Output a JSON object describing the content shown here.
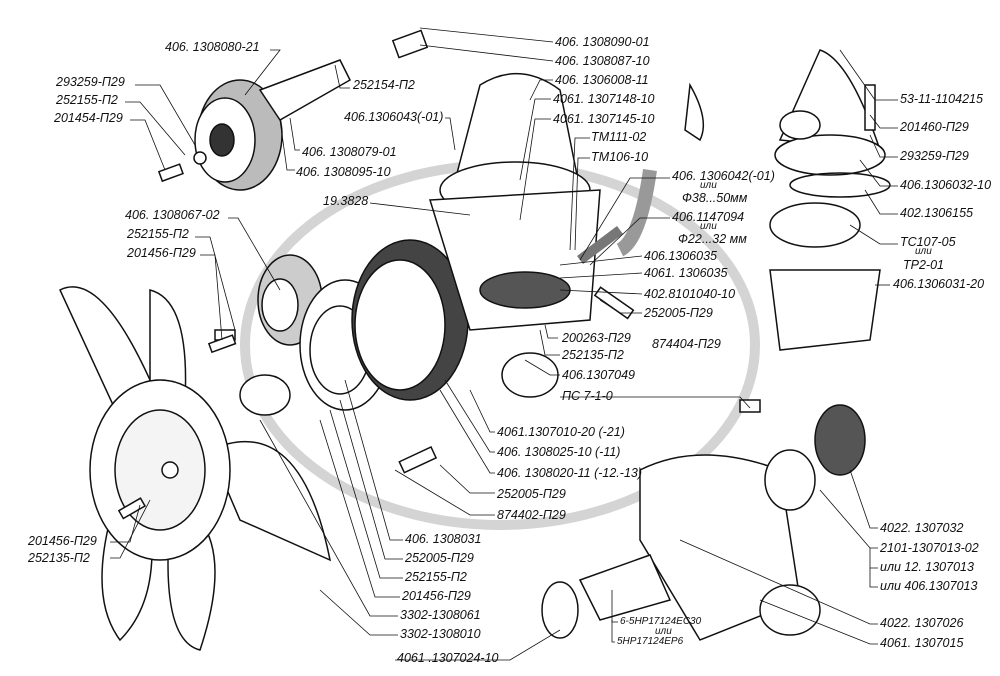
{
  "watermark": {
    "color": "#d0d0d0"
  },
  "labels": [
    "406. 1308080-21",
    "293259-П29",
    "252155-П2",
    "201454-П29",
    "252154-П2",
    "406.1306043(-01)",
    "406. 1308079-01",
    "406. 1308095-10",
    "19.3828",
    "406. 1308067-02",
    "252155-П2",
    "201456-П29",
    "406. 1308090-01",
    "406. 1308087-10",
    "406. 1306008-11",
    "4061. 1307148-10",
    "4061. 1307145-10",
    "ТМ111-02",
    "ТМ106-10",
    "406. 1306042(-01)",
    "или",
    "Ф38...50мм",
    "406.1147094",
    "или",
    "Ф22...32 мм",
    "406.1306035",
    "4061. 1306035",
    "402.8101040-10",
    "252005-П29",
    "200263-П29",
    "252135-П2",
    "874404-П29",
    "406.1307049",
    "ПС 7-1-0",
    "4061.1307010-20 (-21)",
    "406. 1308025-10 (-11)",
    "406. 1308020-11 (-12.-13)",
    "252005-П29",
    "874402-П29",
    "53-11-1104215",
    "201460-П29",
    "293259-П29",
    "406.1306032-10",
    "402.1306155",
    "ТС107-05",
    "или",
    "ТР2-01",
    "406.1306031-20",
    "201456-П29",
    "252135-П2",
    "406. 1308031",
    "252005-П29",
    "252155-П2",
    "201456-П29",
    "3302-1308061",
    "3302-1308010",
    "4061 .1307024-10",
    "6-5НР17124ЕС30",
    "или",
    "5НР17124ЕР6",
    "4022. 1307032",
    "2101-1307013-02",
    "или 12. 1307013",
    "или 406.1307013",
    "4022. 1307026",
    "4061. 1307015"
  ]
}
